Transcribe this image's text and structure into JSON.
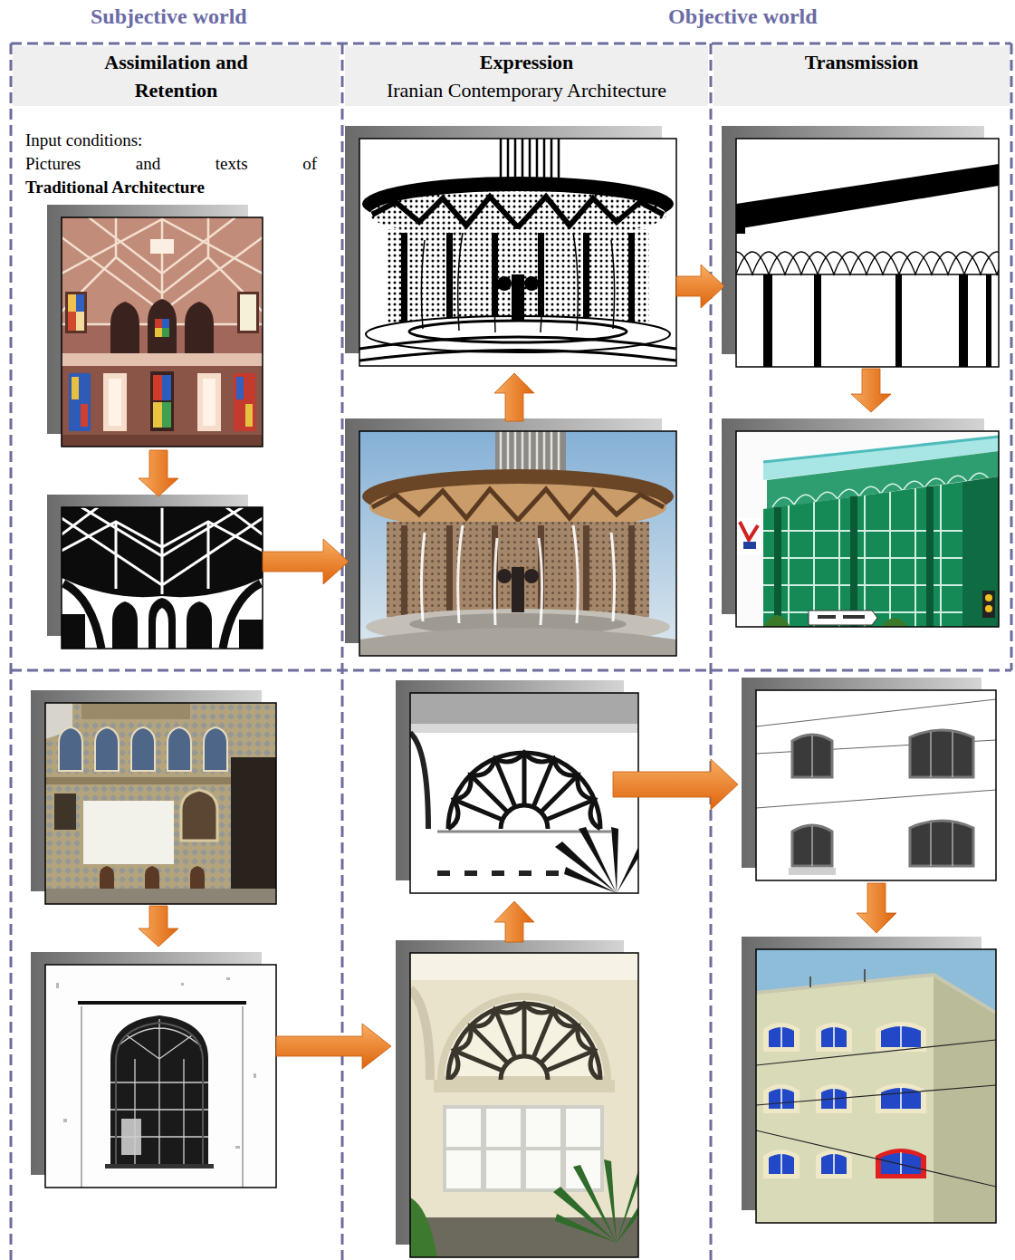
{
  "diagram": {
    "nodes": [
      {
        "text": [
          "Assimilation and Retention"
        ]
      },
      {
        "text": [
          "Expression",
          "Iranian Contemporary Architecture"
        ]
      },
      {
        "text": [
          "Transmission"
        ]
      }
    ],
    "labels": [
      "Subjective world",
      "Objective world",
      "Input conditions:",
      "Pictures and texts of",
      "Traditional Architecture"
    ]
  }
}
